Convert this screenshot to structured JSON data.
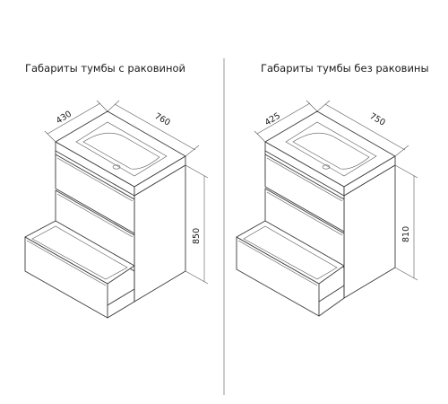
{
  "left_panel": {
    "title": "Габариты тумбы с раковиной",
    "dim_depth": "430",
    "dim_width": "760",
    "dim_height": "850"
  },
  "right_panel": {
    "title": "Габариты тумбы без раковины",
    "dim_depth": "425",
    "dim_width": "750",
    "dim_height": "810"
  },
  "colors": {
    "line": "#3a3a3a",
    "divider": "#7a7a7a",
    "background": "#ffffff"
  }
}
